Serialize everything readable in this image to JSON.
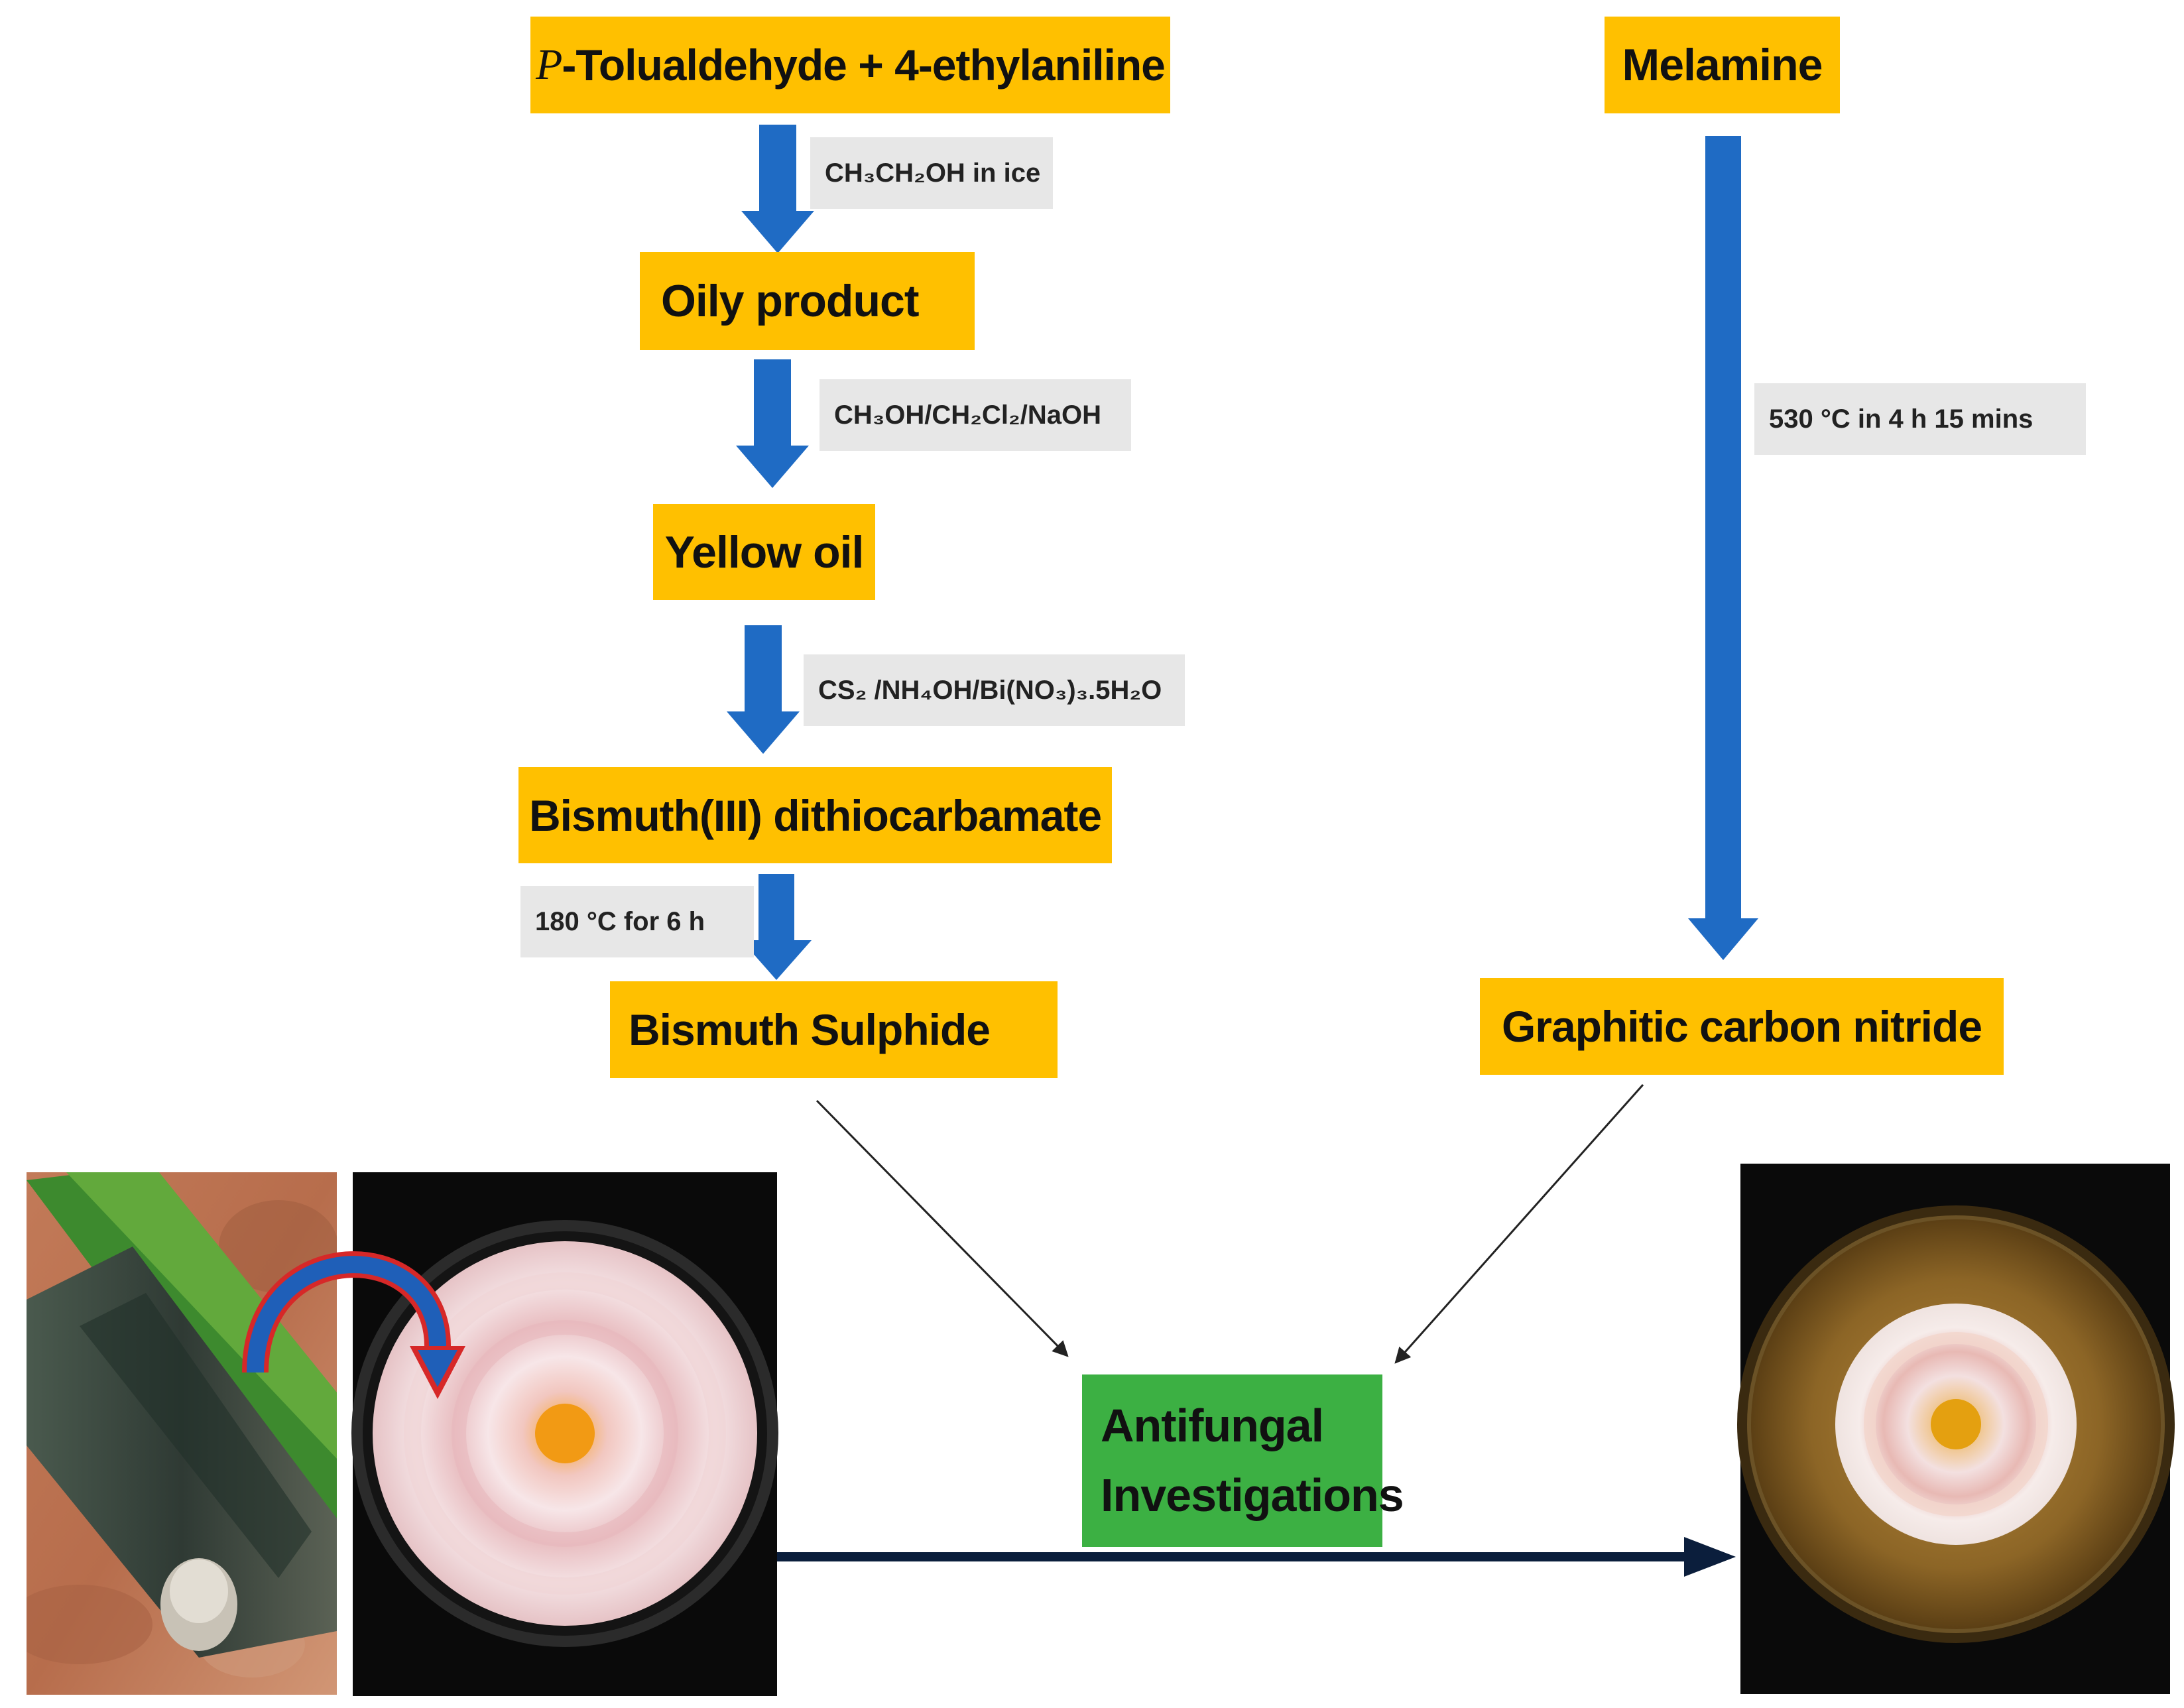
{
  "colors": {
    "product_box": "#FFC000",
    "assay_box": "#3CB043",
    "condition_box": "#E7E7E7",
    "flow_arrow": "#1F6BC4",
    "connector": "#333333",
    "main_arrow": "#0B1E3C"
  },
  "left_route": {
    "start": {
      "prefix": "P",
      "text": "-Tolualdehyde + 4-ethylaniline"
    },
    "step1_condition": "CH₃CH₂OH in ice",
    "intermediate1": "Oily product",
    "step2_condition": "CH₃OH/CH₂Cl₂/NaOH",
    "intermediate2": "Yellow oil",
    "step3_condition": "CS₂ /NH₄OH/Bi(NO₃)₃.5H₂O",
    "complex": "Bismuth(III) dithiocarbamate",
    "step4_condition": "180 °C for 6 h",
    "product": "Bismuth Sulphide"
  },
  "right_route": {
    "start": "Melamine",
    "condition": "530 °C in 4 h 15 mins",
    "product": "Graphitic carbon nitride"
  },
  "assay": {
    "line1": "Antifungal",
    "line2": "Investigations"
  },
  "images": [
    {
      "name": "infected-plant-photo",
      "description_icon": "photo-icon"
    },
    {
      "name": "untreated-fungal-culture-photo",
      "description_icon": "photo-icon"
    },
    {
      "name": "treated-fungal-culture-photo",
      "description_icon": "photo-icon"
    }
  ]
}
